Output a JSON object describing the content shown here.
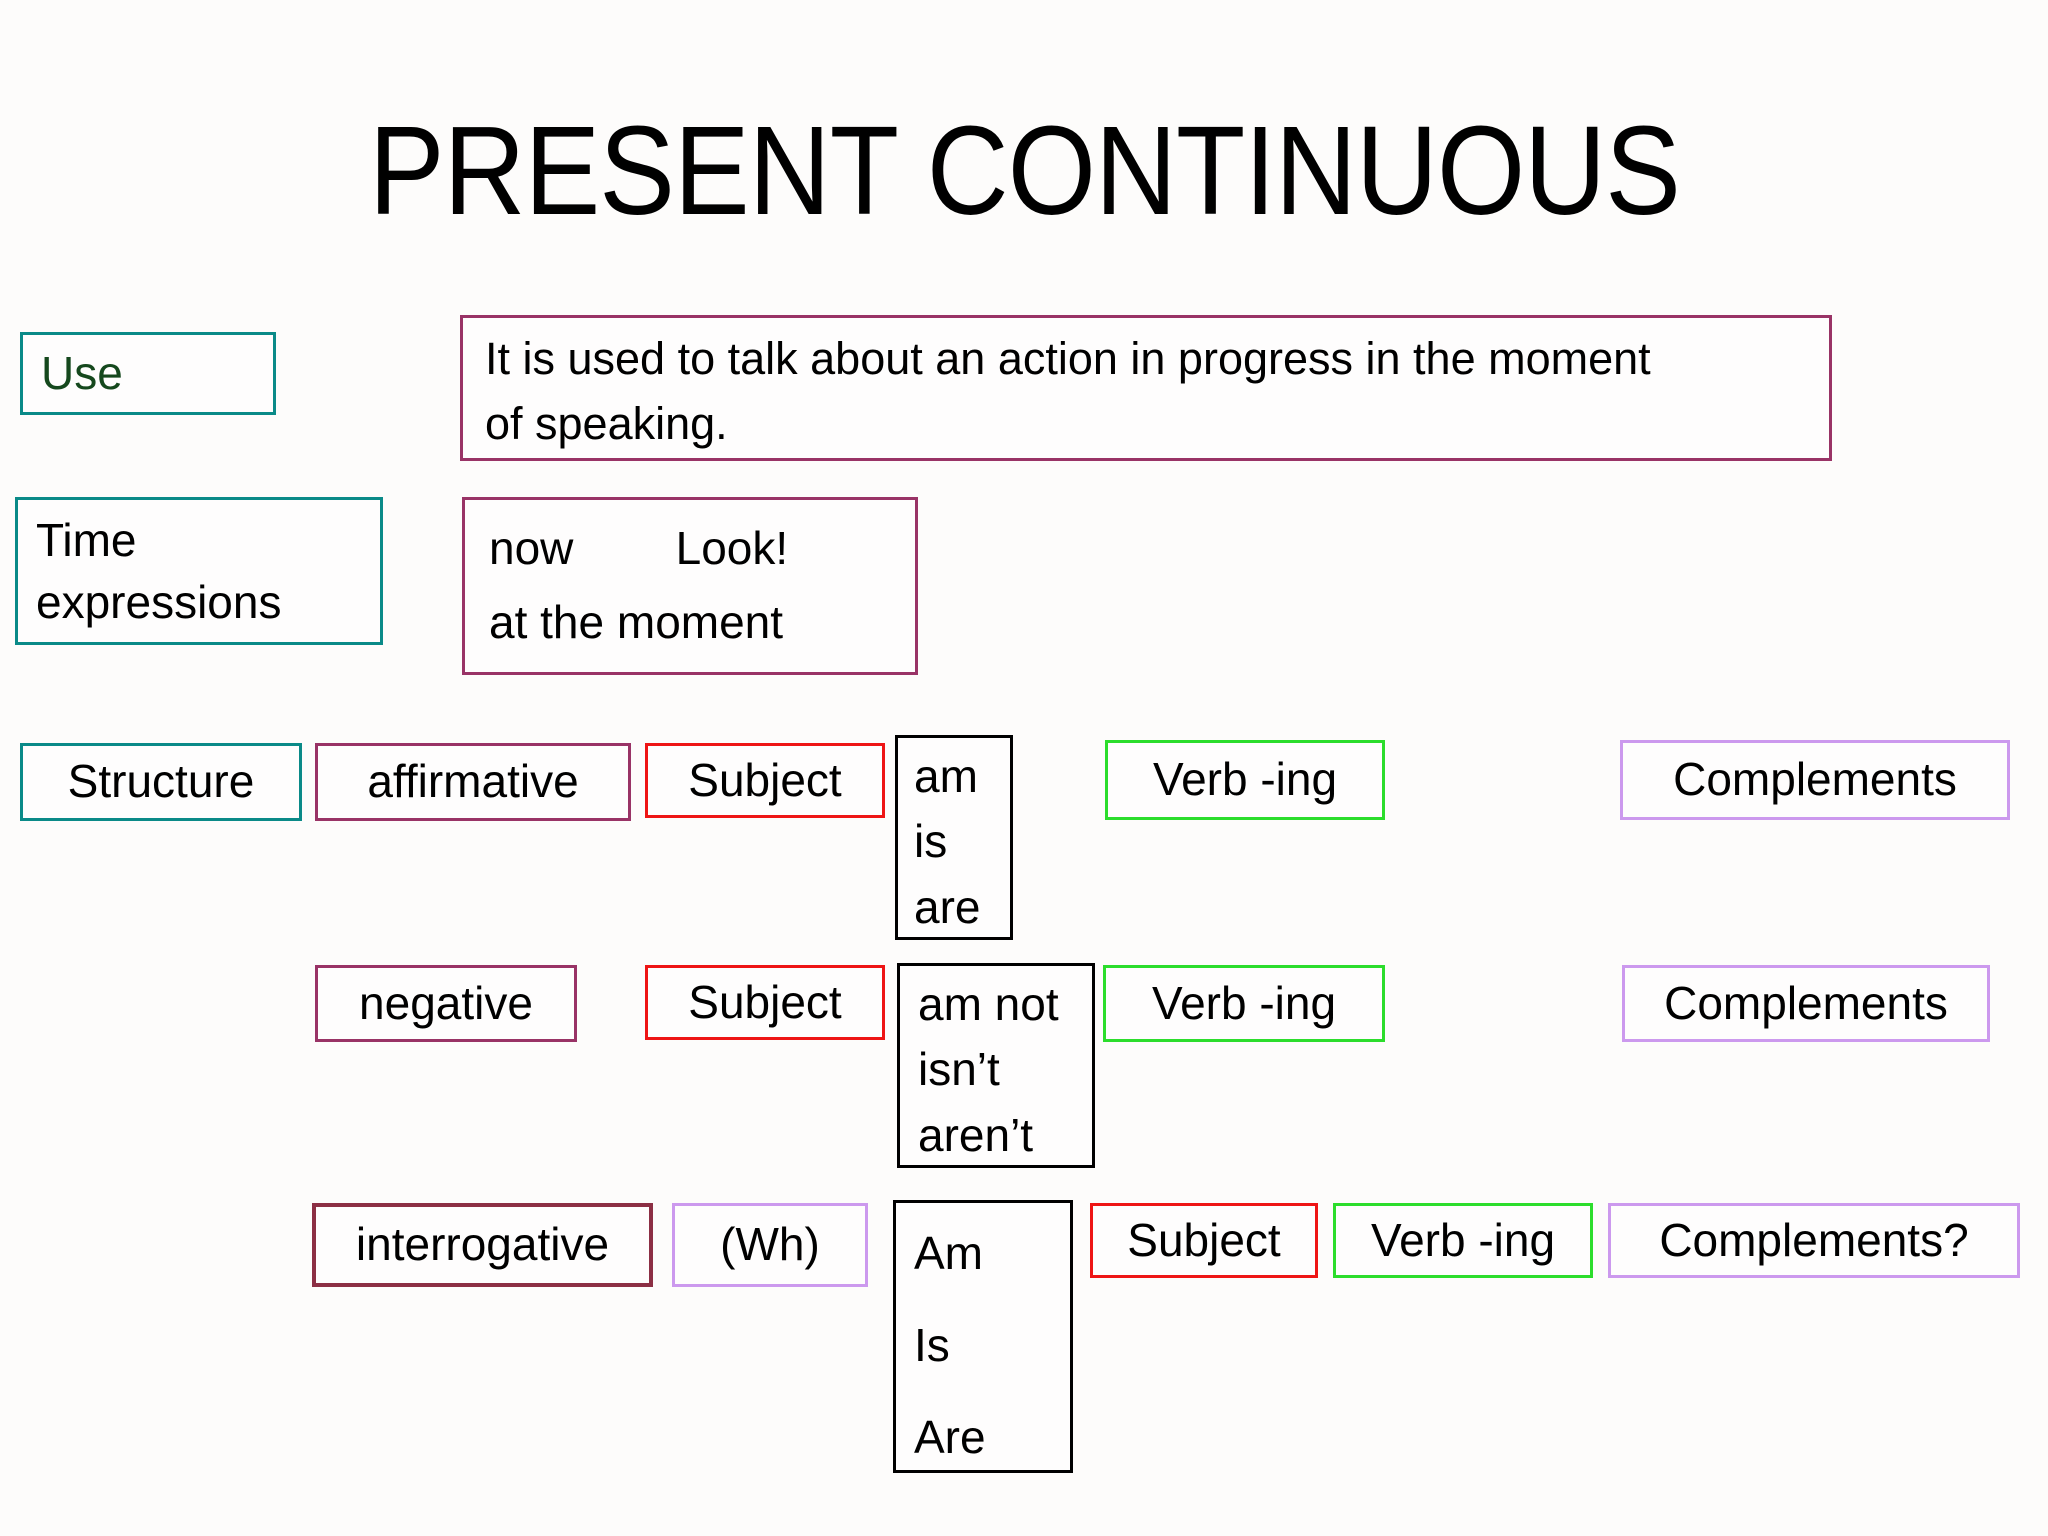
{
  "slide_title": "PRESENT CONTINUOUS",
  "use_section": {
    "label": "Use",
    "description": "It is used to talk about an action in progress in the moment\nof speaking."
  },
  "time_section": {
    "label": "Time expressions",
    "examples": "now        Look!\nat the moment"
  },
  "structure_section": {
    "label": "Structure",
    "affirmative": {
      "label": "affirmative",
      "subject": "Subject",
      "auxiliary": "am\nis\nare",
      "verb": "Verb -ing",
      "complements": "Complements"
    },
    "negative": {
      "label": "negative",
      "subject": "Subject",
      "auxiliary": "am not\nisn’t\naren’t",
      "verb": "Verb -ing",
      "complements": "Complements"
    },
    "interrogative": {
      "label": "interrogative",
      "wh": "(Wh)",
      "auxiliary": "Am\nIs\nAre",
      "subject": "Subject",
      "verb": "Verb -ing",
      "complements": "Complements?"
    }
  },
  "colors": {
    "teal_border": "#0a8a88",
    "plum_border": "#993366",
    "dark_plum_border": "#8c2f44",
    "red_border": "#ee1515",
    "green_border": "#2cdd2c",
    "lavender_border": "#cc99ee",
    "black_border": "#000000",
    "use_label_text": "#15481d",
    "body_text": "#000000",
    "background": "#fdfcfb"
  }
}
